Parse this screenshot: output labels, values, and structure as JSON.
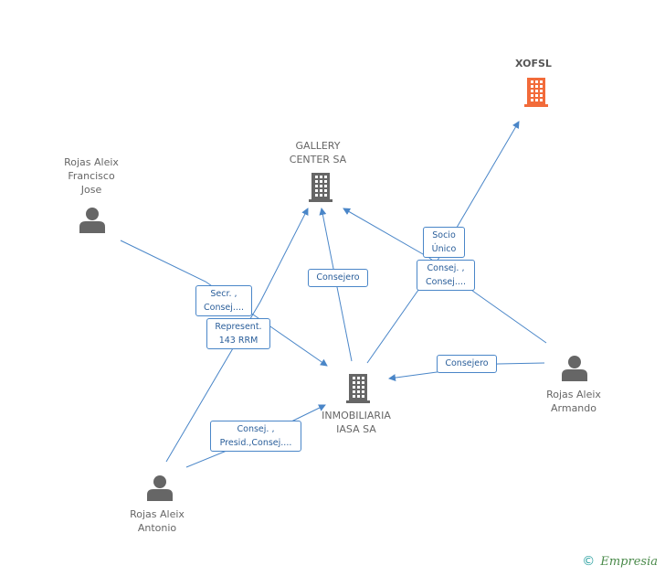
{
  "nodes": {
    "xofsl": {
      "label": "XOFSL",
      "type": "company",
      "color": "#f26b3a"
    },
    "gallery": {
      "label": "GALLERY\nCENTER SA",
      "type": "company",
      "color": "#666666"
    },
    "inmobiliaria": {
      "label": "INMOBILIARIA\nIASA SA",
      "type": "company",
      "color": "#666666"
    },
    "francisco": {
      "label": "Rojas Aleix\nFrancisco\nJose",
      "type": "person",
      "color": "#666666"
    },
    "armando": {
      "label": "Rojas Aleix\nArmando",
      "type": "person",
      "color": "#666666"
    },
    "antonio": {
      "label": "Rojas Aleix\nAntonio",
      "type": "person",
      "color": "#666666"
    }
  },
  "edge_labels": {
    "francisco_inmobiliaria": "Secr. ,\nConsej....",
    "antonio_gallery": "Represent.\n143 RRM",
    "inmobiliaria_gallery": "Consejero",
    "armando_xofsl": "Socio\nÚnico",
    "armando_gallery": "Consej. ,\nConsej....",
    "armando_inmobiliaria": "Consejero",
    "antonio_inmobiliaria": "Consej. ,\nPresid.,Consej...."
  },
  "colors": {
    "edge": "#4a86c8",
    "accent": "#f26b3a",
    "icon": "#666666"
  },
  "footer": {
    "copyright": "©",
    "brand": "Empresia"
  }
}
